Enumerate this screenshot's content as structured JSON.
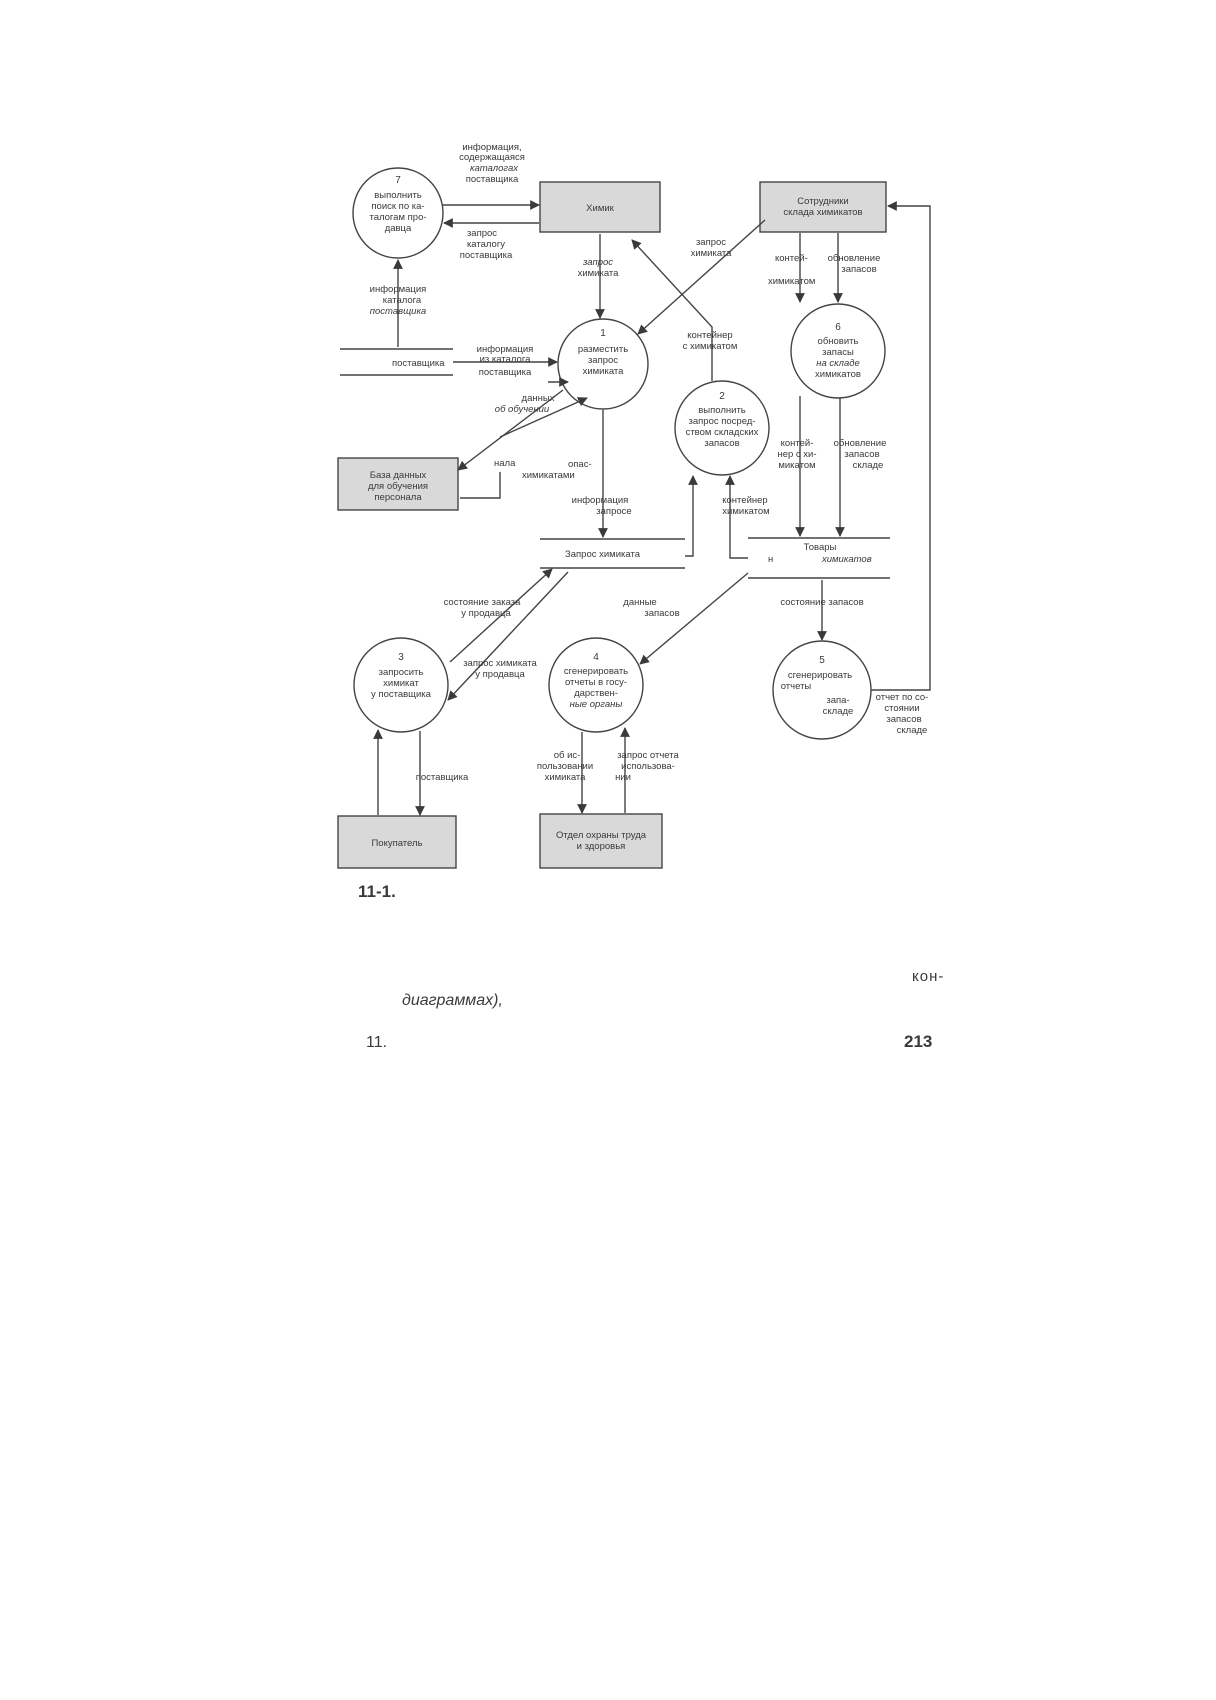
{
  "entities": {
    "chemist": "Химик",
    "warehouse_staff": [
      "Сотрудники",
      "склада химикатов"
    ],
    "training_db": [
      "База данных",
      "для обучения",
      "персонала"
    ],
    "buyer": "Покупатель",
    "health_dept": [
      "Отдел охраны труда",
      "и здоровья"
    ]
  },
  "processes": {
    "p1": {
      "num": "1",
      "lines": [
        "разместить",
        "запрос",
        "химиката"
      ]
    },
    "p2": {
      "num": "2",
      "lines": [
        "выполнить",
        "запрос посред-",
        "ством складских",
        "запасов"
      ]
    },
    "p3": {
      "num": "3",
      "lines": [
        "запросить",
        "химикат",
        "у поставщика"
      ]
    },
    "p4": {
      "num": "4",
      "lines": [
        "сгенерировать",
        "отчеты в госу-",
        "дарствен-"
      ],
      "italic_line": "ные органы"
    },
    "p5": {
      "num": "5",
      "lines": [
        "сгенерировать",
        "отчеты"
      ]
    },
    "p6": {
      "num": "6",
      "lines": [
        "обновить",
        "запасы"
      ],
      "italic_line": "на складе",
      "last_line": "химикатов"
    },
    "p7": {
      "num": "7",
      "lines": [
        "выполнить",
        "поиск по ка-",
        "талогам про-",
        "давца"
      ]
    }
  },
  "stores": {
    "supplier_catalog": "поставщика",
    "chemical_request": "Запрос химиката",
    "inventory": {
      "line1": "Товары",
      "prefix": "н",
      "italic": "химикатов"
    }
  },
  "flows": {
    "catalog_info_out": [
      "информация,",
      "содержащаяся"
    ],
    "catalog_info_out_italic": "каталогах",
    "catalog_info_out_last": "поставщика",
    "catalog_query": [
      "запрос",
      "каталогу",
      "поставщика"
    ],
    "catalog_info_in": [
      "информация",
      "каталога"
    ],
    "catalog_info_in_italic": "поставщика",
    "catalog_to_p1": [
      "информация",
      "из каталога",
      "поставщика"
    ],
    "chem_request_italic": "запрос",
    "chem_request_word": "химиката",
    "staff_request": [
      "запрос",
      "химиката"
    ],
    "container": [
      "контейнер",
      "с химикатом"
    ],
    "training_data": "данных",
    "training_data_italic": "об обучении",
    "training_label": "нала",
    "hazard": [
      "опас-",
      "химикатами"
    ],
    "request_info": [
      "информация",
      "запросе"
    ],
    "container_left": [
      "контей-"
    ],
    "container_left2": "химикатом",
    "update_stock": [
      "обновление",
      "запасов"
    ],
    "container_chem": [
      "контей-",
      "нер с хи-",
      "микатом"
    ],
    "update_stock2": [
      "обновление",
      "запасов",
      "складе"
    ],
    "container_p2": [
      "контейнер",
      "химикатом"
    ],
    "order_status": [
      "состояние заказа",
      "у продавца"
    ],
    "vendor_request": [
      "запрос химиката",
      "у продавца"
    ],
    "stock_data": [
      "данные",
      "запасов"
    ],
    "stock_status": "состояние запасов",
    "stock_in_warehouse": [
      "запа-",
      "складе"
    ],
    "stock_report": [
      "отчет по со-",
      "стоянии",
      "запасов",
      "складе"
    ],
    "supplier_label": "поставщика",
    "usage": [
      "об ис-",
      "пользовании",
      "химиката"
    ],
    "usage_request": [
      "запрос отчета",
      "использова-",
      "нии"
    ]
  },
  "page": {
    "caption": "11-1.",
    "text_fragment": "кон-",
    "text_italic": "диаграммах),",
    "chapter": "11.",
    "page_number": "213"
  }
}
